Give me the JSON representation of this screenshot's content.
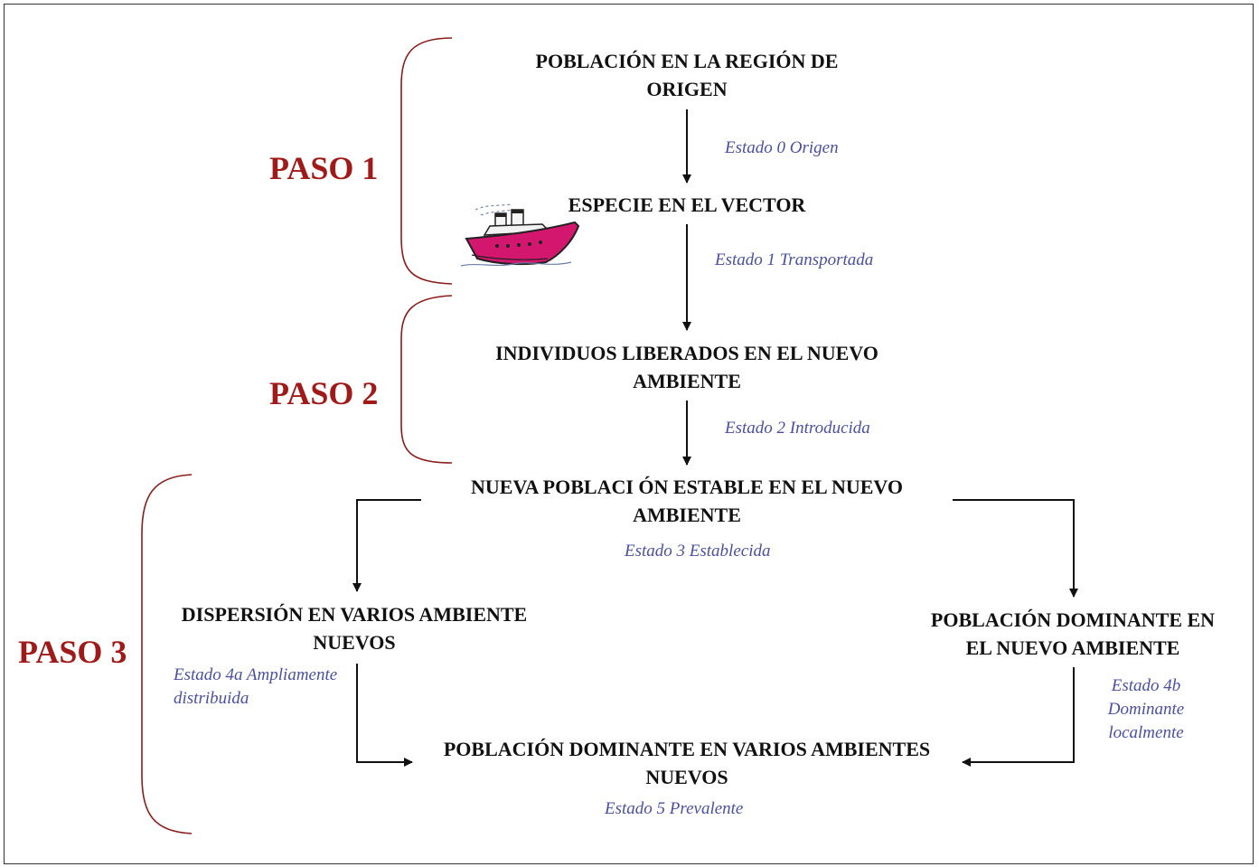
{
  "colors": {
    "step_label": "#a01a1a",
    "brace": "#8b1c1c",
    "state_text": "#4a4fa0",
    "node_text": "#111111",
    "arrow": "#111111",
    "ship_hull": "#d4176e"
  },
  "steps": [
    {
      "label": "PASO 1"
    },
    {
      "label": "PASO 2"
    },
    {
      "label": "PASO 3"
    }
  ],
  "nodes": {
    "origin": "POBLACIÓN EN LA REGIÓN DE\nORIGEN",
    "vector": "ESPECIE EN EL VECTOR",
    "released": "INDIVIDUOS LIBERADOS EN EL NUEVO\nAMBIENTE",
    "established": "NUEVA POBLACI ÓN ESTABLE EN EL NUEVO\nAMBIENTE",
    "dispersion": "DISPERSIÓN EN VARIOS AMBIENTE\nNUEVOS",
    "dominant_local": "POBLACIÓN DOMINANTE EN\nEL NUEVO AMBIENTE",
    "dominant_multi": "POBLACIÓN DOMINANTE EN VARIOS AMBIENTES\nNUEVOS"
  },
  "states": {
    "s0": "Estado 0 Origen",
    "s1": "Estado 1 Transportada",
    "s2": "Estado 2 Introducida",
    "s3": "Estado 3 Establecida",
    "s4a": "Estado 4a Ampliamente\ndistribuida",
    "s4b": "Estado 4b\nDominante\nlocalmente",
    "s5": "Estado 5 Prevalente"
  },
  "icons": {
    "ship": "ship-icon"
  }
}
